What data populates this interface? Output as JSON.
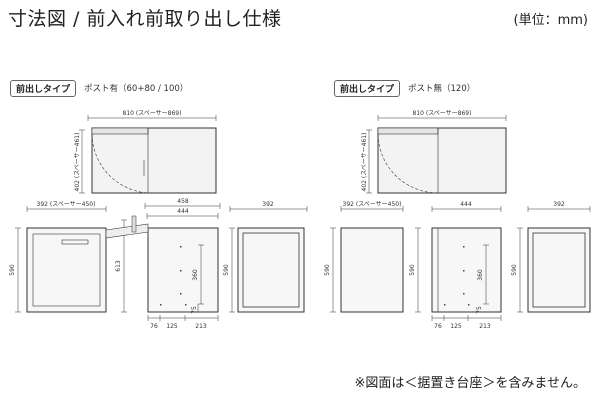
{
  "header": {
    "title": "寸法図 / 前入れ前取り出し仕様",
    "unit": "(単位：mm)"
  },
  "variants": [
    {
      "tag": "前出しタイプ",
      "spec": "ポスト有（60+80 / 100）",
      "dims": {
        "width_top": "810 (スペーサー869)",
        "height_side": "402 (スペーサー461)",
        "front_width": "392 (スペーサー450)",
        "front_height": "590",
        "side_outer": "458",
        "side_inner": "444",
        "side_height": "613",
        "inner_height": "360",
        "bottom_gap": "75",
        "bottom_a": "76",
        "bottom_b": "125",
        "bottom_c": "213",
        "back_width": "392",
        "back_height": "590"
      }
    },
    {
      "tag": "前出しタイプ",
      "spec": "ポスト無（120）",
      "dims": {
        "width_top": "810 (スペーサー869)",
        "height_side": "402 (スペーサー461)",
        "front_width": "392 (スペーサー450)",
        "front_height": "590",
        "side_width": "444",
        "side_height": "590",
        "inner_height": "360",
        "bottom_gap": "75",
        "bottom_a": "76",
        "bottom_b": "125",
        "bottom_c": "213",
        "back_width": "392",
        "back_height": "590"
      }
    }
  ],
  "footer": {
    "note": "※図面は＜据置き台座＞を含みません。"
  }
}
